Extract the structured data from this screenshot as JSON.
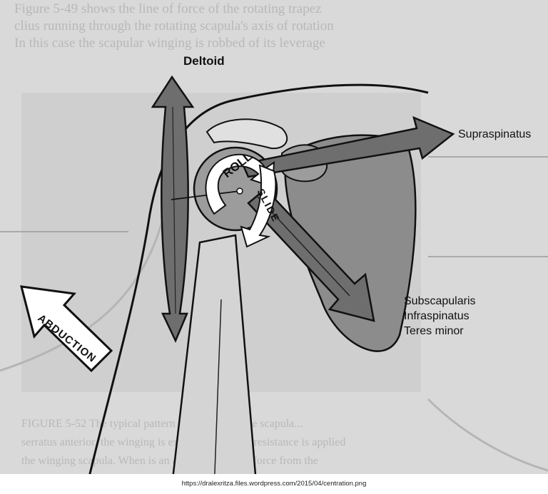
{
  "labels": {
    "deltoid": "Deltoid",
    "supraspinatus": "Supraspinatus",
    "roll": "ROLL",
    "slide": "SLIDE",
    "abduction": "ABDUCTION",
    "muscle_group": [
      "Subscapularis",
      "Infraspinatus",
      "Teres minor"
    ]
  },
  "source_caption": "https://dralexritza.files.wordpress.com/2015/04/centration.png",
  "colors": {
    "muscle_fill": "#6e6e6e",
    "bone_fill": "#8c8c8c",
    "background": "#d9d9d9",
    "outline": "#111111"
  }
}
